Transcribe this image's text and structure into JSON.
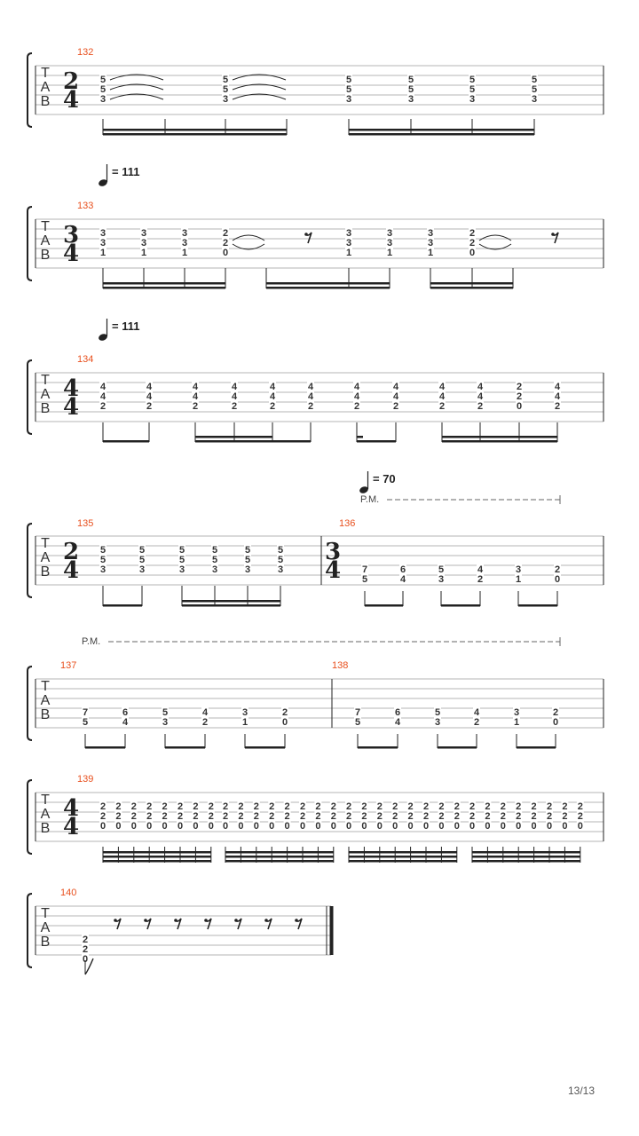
{
  "page_number": "13/13",
  "tab_letters": [
    "T",
    "A",
    "B"
  ],
  "pm_label": "P.M.",
  "colors": {
    "measure_number": "#e8501e",
    "staff_line": "#b4b4b4",
    "ink": "#222222"
  },
  "systems": [
    {
      "measures": [
        {
          "number": "132",
          "time_signature": [
            "2",
            "4"
          ]
        }
      ],
      "notes": [
        [
          "5",
          "5",
          "3"
        ],
        [
          "5",
          "5",
          "3"
        ],
        [
          "5",
          "5",
          "3"
        ],
        [
          "5",
          "5",
          "3"
        ],
        [
          "5",
          "5",
          "3"
        ],
        [
          "5",
          "5",
          "3"
        ]
      ]
    },
    {
      "tempo": "= 111",
      "measures": [
        {
          "number": "133",
          "time_signature": [
            "3",
            "4"
          ]
        }
      ],
      "notes": [
        [
          "3",
          "3",
          "1"
        ],
        [
          "3",
          "3",
          "1"
        ],
        [
          "3",
          "3",
          "1"
        ],
        [
          "2",
          "2",
          "0"
        ],
        [
          "3",
          "3",
          "1"
        ],
        [
          "3",
          "3",
          "1"
        ],
        [
          "3",
          "3",
          "1"
        ],
        [
          "2",
          "2",
          "0"
        ]
      ]
    },
    {
      "tempo": "= 111",
      "measures": [
        {
          "number": "134",
          "time_signature": [
            "4",
            "4"
          ]
        }
      ],
      "notes": [
        [
          "4",
          "4",
          "2"
        ],
        [
          "4",
          "4",
          "2"
        ],
        [
          "4",
          "4",
          "2"
        ],
        [
          "4",
          "4",
          "2"
        ],
        [
          "4",
          "4",
          "2"
        ],
        [
          "4",
          "4",
          "2"
        ],
        [
          "4",
          "4",
          "2"
        ],
        [
          "4",
          "4",
          "2"
        ],
        [
          "4",
          "4",
          "2"
        ],
        [
          "4",
          "4",
          "2"
        ],
        [
          "2",
          "2",
          "0"
        ],
        [
          "4",
          "4",
          "2"
        ]
      ]
    },
    {
      "tempo": "= 70",
      "measures": [
        {
          "number": "135",
          "time_signature": [
            "2",
            "4"
          ]
        },
        {
          "number": "136",
          "time_signature": [
            "3",
            "4"
          ]
        }
      ],
      "notes_135": [
        [
          "5",
          "5",
          "3"
        ],
        [
          "5",
          "5",
          "3"
        ],
        [
          "5",
          "5",
          "3"
        ],
        [
          "5",
          "5",
          "3"
        ],
        [
          "5",
          "5",
          "3"
        ],
        [
          "5",
          "5",
          "3"
        ]
      ],
      "notes_136": [
        [
          "7",
          "5"
        ],
        [
          "6",
          "4"
        ],
        [
          "5",
          "3"
        ],
        [
          "4",
          "2"
        ],
        [
          "3",
          "1"
        ],
        [
          "2",
          "0"
        ]
      ]
    },
    {
      "measures": [
        {
          "number": "137"
        },
        {
          "number": "138"
        }
      ],
      "notes_137": [
        [
          "7",
          "5"
        ],
        [
          "6",
          "4"
        ],
        [
          "5",
          "3"
        ],
        [
          "4",
          "2"
        ],
        [
          "3",
          "1"
        ],
        [
          "2",
          "0"
        ]
      ],
      "notes_138": [
        [
          "7",
          "5"
        ],
        [
          "6",
          "4"
        ],
        [
          "5",
          "3"
        ],
        [
          "4",
          "2"
        ],
        [
          "3",
          "1"
        ],
        [
          "2",
          "0"
        ]
      ]
    },
    {
      "measures": [
        {
          "number": "139",
          "time_signature": [
            "4",
            "4"
          ]
        }
      ],
      "note": [
        "2",
        "2",
        "0"
      ],
      "note_count": 32
    },
    {
      "measures": [
        {
          "number": "140"
        }
      ],
      "note": [
        "2",
        "2",
        "0"
      ],
      "rest_count": 7
    }
  ]
}
